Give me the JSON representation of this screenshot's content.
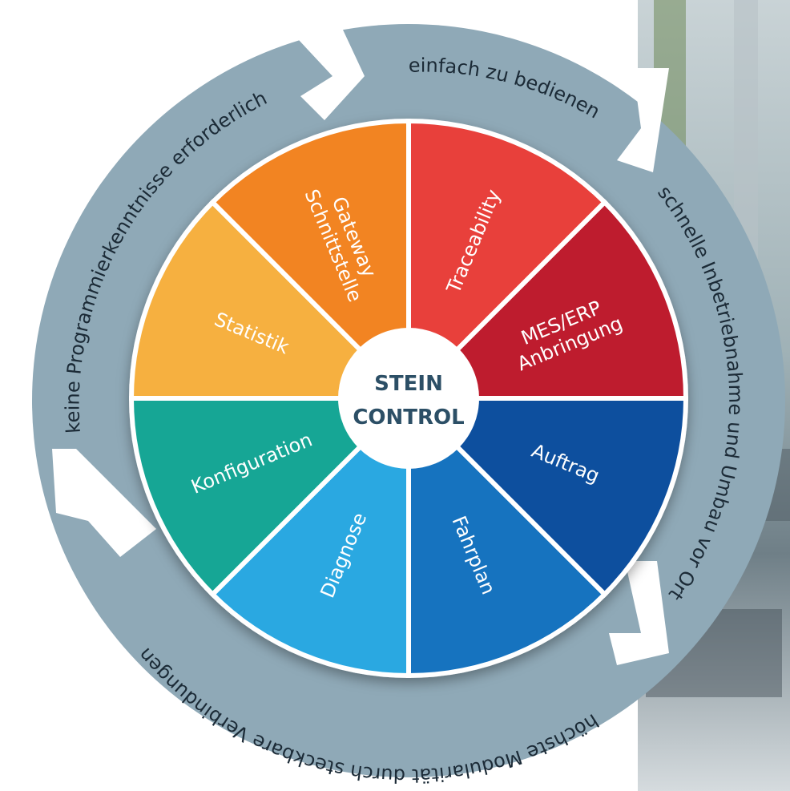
{
  "center": {
    "line1": "STEIN",
    "line2": "CONTROL"
  },
  "segments": [
    {
      "lines": [
        "Traceability"
      ],
      "color": "#e8413a"
    },
    {
      "lines": [
        "MES/ERP",
        "Anbringung"
      ],
      "color": "#be1e2d"
    },
    {
      "lines": [
        "Auftrag"
      ],
      "color": "#0e4f9e"
    },
    {
      "lines": [
        "Fahrplan"
      ],
      "color": "#1673bf"
    },
    {
      "lines": [
        "Diagnose"
      ],
      "color": "#2aa8e1"
    },
    {
      "lines": [
        "Konfiguration"
      ],
      "color": "#16a695"
    },
    {
      "lines": [
        "Statistik"
      ],
      "color": "#f6b040"
    },
    {
      "lines": [
        "Gateway",
        "Schnittstelle"
      ],
      "color": "#f28421"
    }
  ],
  "ring_labels": {
    "top": "einfach zu bedienen",
    "right": "schnelle Inbetriebnahme und Umbau vor Ort",
    "bottom": "höchste Modularität durch steckbare Verbindungen",
    "left": "keine Programmierkenntnisse erforderlich"
  },
  "colors": {
    "ring": "#8fa9b7",
    "center_text": "#2c4f66",
    "divider": "#ffffff"
  }
}
